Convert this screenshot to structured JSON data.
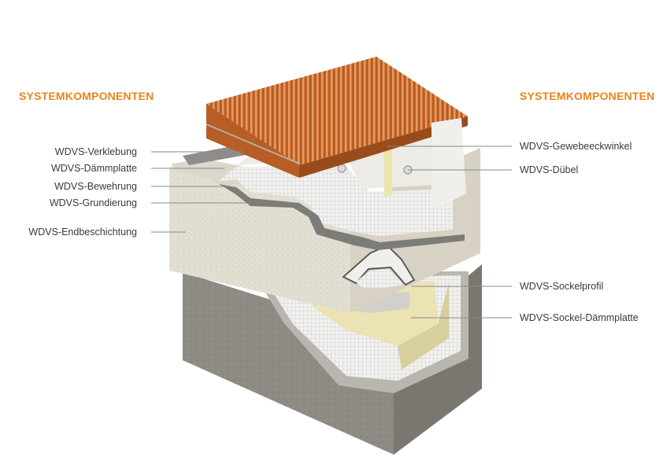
{
  "headings": {
    "left": "SYSTEMKOMPONENTEN",
    "right": "SYSTEMKOMPONENTEN"
  },
  "labels_left": [
    "WDVS-Verklebung",
    "WDVS-Dämmplatte",
    "WDVS-Bewehrung",
    "WDVS-Grundierung",
    "WDVS-Endbeschichtung"
  ],
  "labels_right": [
    "WDVS-Gewebeeckwinkel",
    "WDVS-Dübel",
    "WDVS-Sockelprofil",
    "WDVS-Sockel-Dämmplatte"
  ],
  "colors": {
    "accent": "#e8841c",
    "brick": "#c8692e",
    "insulation": "#ecebe6",
    "socle_insulation": "#ebe3b4",
    "render": "#e2ddd1",
    "concrete": "#8f8c86",
    "leader": "#8a8a8a"
  }
}
